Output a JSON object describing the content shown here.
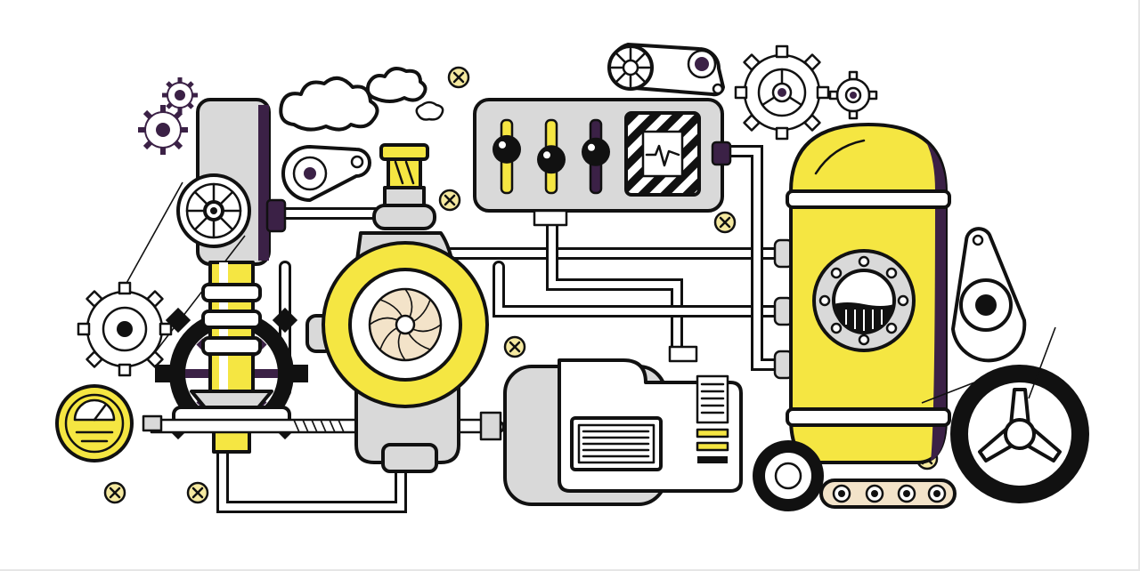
{
  "illustration": {
    "subject": "mechanical-factory-machine",
    "palette": {
      "outline": "#111111",
      "yellow": "#f5e642",
      "light_gray": "#d9d9d9",
      "mid_gray": "#bdbdbd",
      "purple": "#3b2146",
      "white": "#ffffff"
    },
    "sliders": [
      {
        "level": 0.35
      },
      {
        "level": 0.55
      },
      {
        "level": 0.4
      }
    ]
  }
}
